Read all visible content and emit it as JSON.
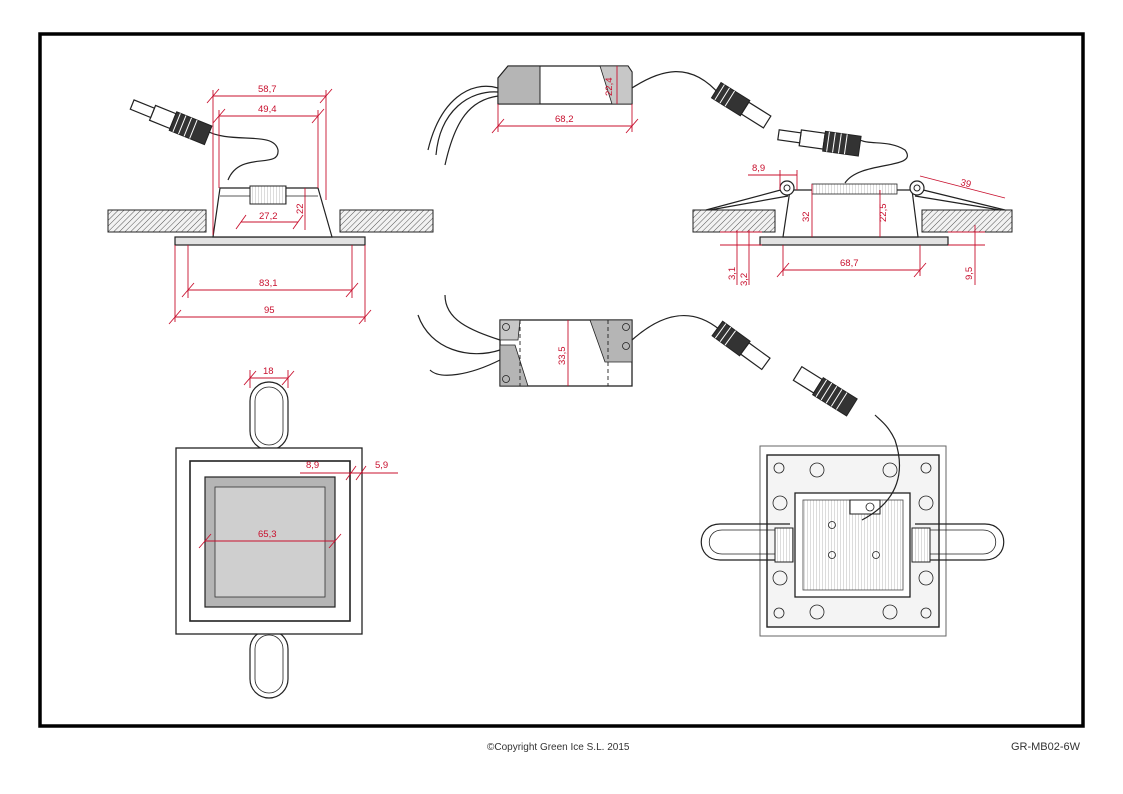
{
  "colors": {
    "dimension": "#c8102e",
    "outline": "#222222",
    "frame": "#000000",
    "gray_fill": "#b5b5b5",
    "light_fill": "#e2e2e2"
  },
  "footer": {
    "copyright": "©Copyright Green Ice S.L. 2015",
    "reference": "GR-MB02-6W"
  },
  "dimensions": {
    "side": {
      "d587": "58,7",
      "d494": "49,4",
      "d272": "27,2",
      "d22": "22",
      "d831": "83,1",
      "d95": "95"
    },
    "driver_side": {
      "d224": "22,4",
      "d682": "68,2"
    },
    "driver_top": {
      "d335": "33,5"
    },
    "right_side": {
      "d89": "8,9",
      "d39": "39",
      "d32": "32",
      "d225": "22,5",
      "d31": "3,1",
      "d32b": "3,2",
      "d687": "68,7",
      "d95b": "9,5"
    },
    "front": {
      "d18": "18",
      "d89": "8,9",
      "d59": "5,9",
      "d653": "65,3"
    }
  }
}
